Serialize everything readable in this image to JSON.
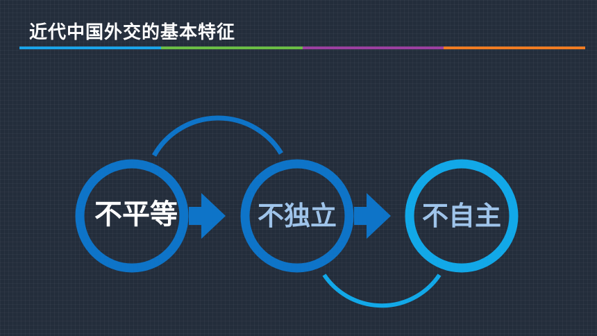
{
  "slide": {
    "title": "近代中国外交的基本特征"
  },
  "title_rule_colors": [
    "#1aa3e8",
    "#6abd45",
    "#9b3fa0",
    "#f07c22"
  ],
  "nodes": [
    {
      "label": "不平等",
      "ring_color": "#0e74c8",
      "text_color": "#ffffff"
    },
    {
      "label": "不独立",
      "ring_color": "#0e74c8",
      "text_color": "#9fc4ea"
    },
    {
      "label": "不自主",
      "ring_color": "#12a8e8",
      "text_color": "#9fc4ea"
    }
  ],
  "arrow_color": "#0e74c8",
  "arc_colors": {
    "upper": "#0e74c8",
    "lower": "#12a8e8"
  }
}
